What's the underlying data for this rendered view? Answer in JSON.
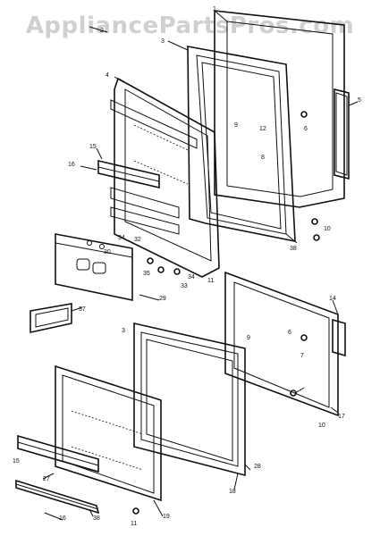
{
  "watermark": "AppliancePartsPros.com",
  "callouts": [
    "1",
    "2",
    "3",
    "4",
    "5",
    "6",
    "9",
    "12",
    "8",
    "15",
    "16",
    "34",
    "30",
    "32",
    "10",
    "38",
    "35",
    "34",
    "33",
    "11",
    "29",
    "37",
    "14",
    "3",
    "9",
    "6",
    "7",
    "17",
    "10",
    "15",
    "27",
    "28",
    "18",
    "19",
    "16",
    "38",
    "11"
  ]
}
